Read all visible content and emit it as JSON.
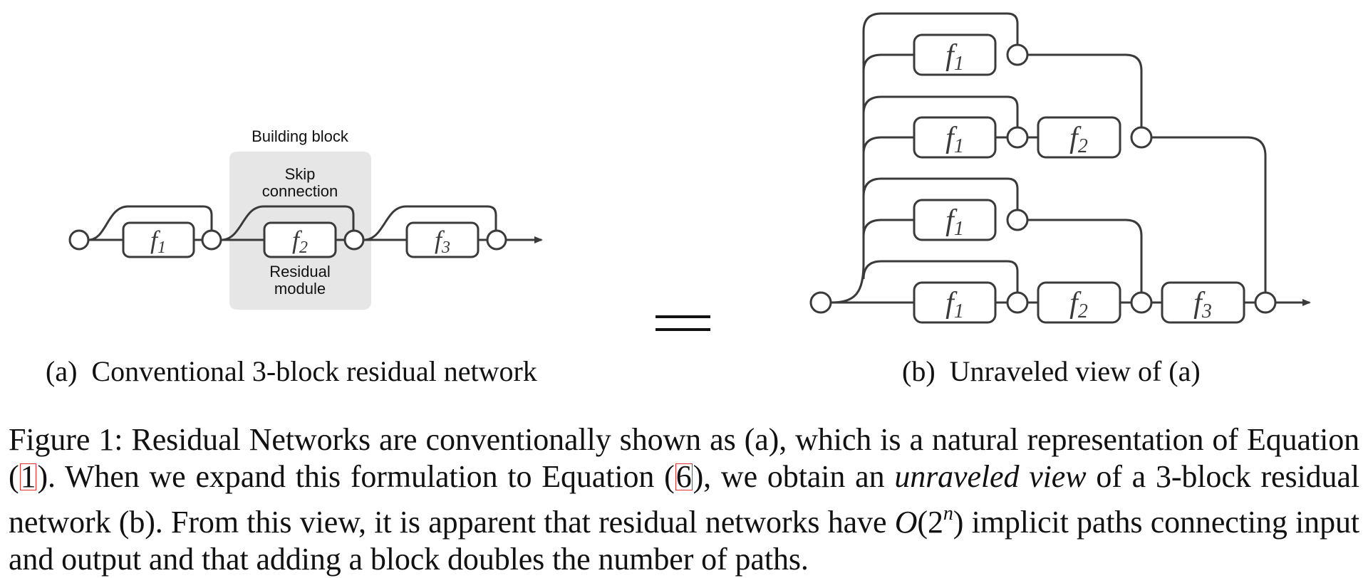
{
  "panel_a": {
    "building_block_label": "Building block",
    "skip_connection_label": [
      "Skip",
      "connection"
    ],
    "residual_module_label": [
      "Residual",
      "module"
    ],
    "blocks": [
      {
        "f": "f",
        "sub": "1"
      },
      {
        "f": "f",
        "sub": "2"
      },
      {
        "f": "f",
        "sub": "3"
      }
    ],
    "subcaption": "(a)  Conventional 3-block residual network"
  },
  "equals_sign": "=",
  "panel_b": {
    "rows": [
      [
        {
          "f": "f",
          "sub": "1"
        }
      ],
      [
        {
          "f": "f",
          "sub": "1"
        },
        {
          "f": "f",
          "sub": "2"
        }
      ],
      [
        {
          "f": "f",
          "sub": "1"
        }
      ],
      [
        {
          "f": "f",
          "sub": "1"
        },
        {
          "f": "f",
          "sub": "2"
        },
        {
          "f": "f",
          "sub": "3"
        }
      ]
    ],
    "subcaption": "(b)  Unraveled view of (a)"
  },
  "caption": {
    "p1": "Figure 1: Residual Networks are conventionally shown as (a), which is a natural representation of Equation (",
    "ref1": "1",
    "p2": "). When we expand this formulation to Equation (",
    "ref2": "6",
    "p3": "), we obtain an ",
    "emph": "unraveled view",
    "p4": " of a 3-block residual network (b). From this view, it is apparent that residual networks have ",
    "math_base": "O",
    "math_open": "(2",
    "math_sup": "n",
    "math_close": ")",
    "p5": " implicit paths connecting input and output and that adding a block doubles the number of paths."
  },
  "colors": {
    "line": "#3a3a3a",
    "building_block_bg": "#e6e6e6",
    "eqref_box": "#e03030"
  }
}
